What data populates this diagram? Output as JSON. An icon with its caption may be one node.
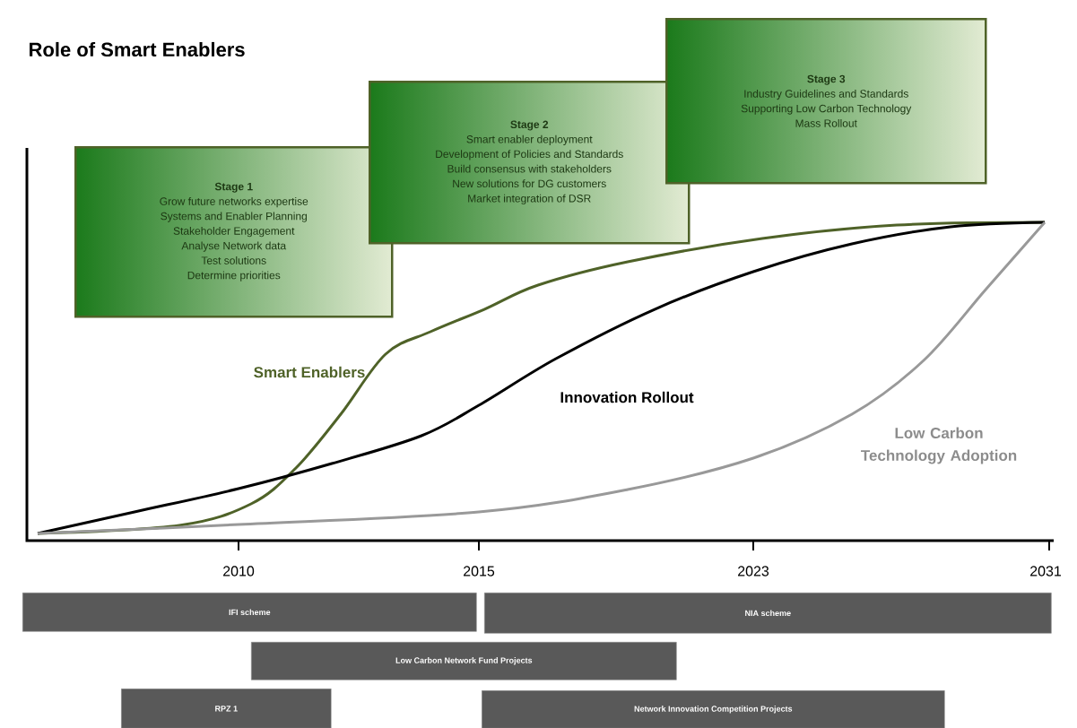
{
  "diagram": {
    "title": "Role of Smart Enablers",
    "nodes": [
      {
        "text": [
          "Stage 1",
          "Grow future networks expertise",
          "Systems and Enabler Planning",
          "Stakeholder Engagement",
          "Analyse Network data",
          "Test solutions",
          "Determine priorities"
        ]
      },
      {
        "text": [
          "Stage 2",
          "Smart enabler deployment",
          "Development of Policies and Standards",
          "Build consensus with stakeholders",
          "New solutions for DG customers",
          "Market integration of DSR"
        ]
      },
      {
        "text": [
          "Stage 3",
          "Industry Guidelines and Standards",
          "Supporting Low Carbon Technology",
          "Mass Rollout"
        ]
      },
      {
        "text": [
          "IFI scheme"
        ]
      },
      {
        "text": [
          "NIA scheme"
        ]
      },
      {
        "text": [
          "Low Carbon Network Fund Projects"
        ]
      },
      {
        "text": [
          "RPZ 1"
        ]
      },
      {
        "text": [
          "Network Innovation Competition Projects"
        ]
      }
    ],
    "labels": [
      "Smart Enablers",
      "Innovation Rollout",
      "Low Carbon Technology Adoption",
      "2010",
      "2015",
      "2023",
      "2031"
    ]
  }
}
